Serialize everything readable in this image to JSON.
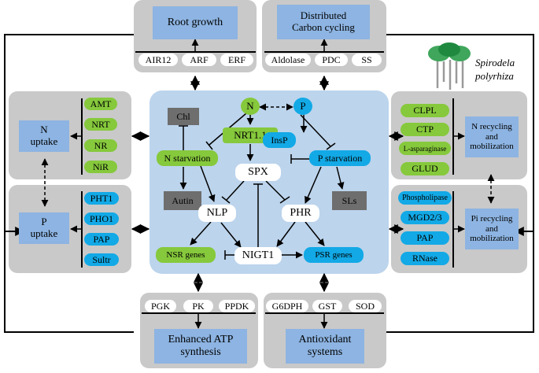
{
  "top_left": {
    "title": "Root growth",
    "items": [
      "AIR12",
      "ARF",
      "ERF"
    ]
  },
  "top_right": {
    "title_line1": "Distributed",
    "title_line2": "Carbon cycling",
    "items": [
      "Aldolase",
      "PDC",
      "SS"
    ]
  },
  "species": {
    "line1": "Spirodela",
    "line2": "polyrhiza"
  },
  "n_uptake": {
    "title_line1": "N",
    "title_line2": "uptake",
    "items": [
      "AMT",
      "NRT",
      "NR",
      "NiR"
    ]
  },
  "p_uptake": {
    "title_line1": "P",
    "title_line2": "uptake",
    "items": [
      "PHT1",
      "PHO1",
      "PAP",
      "Sultr"
    ]
  },
  "n_recycling": {
    "title_line1": "N recycling",
    "title_line2": "and",
    "title_line3": "mobilization",
    "items": [
      "CLPL",
      "CTP",
      "L-asparaginase",
      "GLUD"
    ]
  },
  "pi_recycling": {
    "title_line1": "Pi recycling",
    "title_line2": "and",
    "title_line3": "mobilization",
    "items": [
      "Phospholipase",
      "MGD2/3",
      "PAP",
      "RNase"
    ]
  },
  "center": {
    "n": "N",
    "p": "P",
    "chl": "Chl",
    "nrt11": "NRT1.1",
    "n_starvation": "N starvation",
    "p_starvation": "P starvation",
    "insp": "InsP",
    "spx": "SPX",
    "autin": "Autin",
    "sls": "SLs",
    "nlp": "NLP",
    "phr": "PHR",
    "nigt1": "NIGT1",
    "nsr_genes": "NSR genes",
    "psr_genes": "PSR genes"
  },
  "bottom_left": {
    "title_line1": "Enhanced ATP",
    "title_line2": "synthesis",
    "items": [
      "PGK",
      "PK",
      "PPDK"
    ]
  },
  "bottom_right": {
    "title_line1": "Antioxidant",
    "title_line2": "systems",
    "items": [
      "G6DPH",
      "GST",
      "SOD"
    ]
  },
  "colors": {
    "panel_gray": "#c9c9c9",
    "box_blue": "#8db4e2",
    "green": "#86c93c",
    "cyan": "#12a9e6",
    "dark_gray": "#6e6e6e",
    "center_bg": "#bcd4ec"
  }
}
